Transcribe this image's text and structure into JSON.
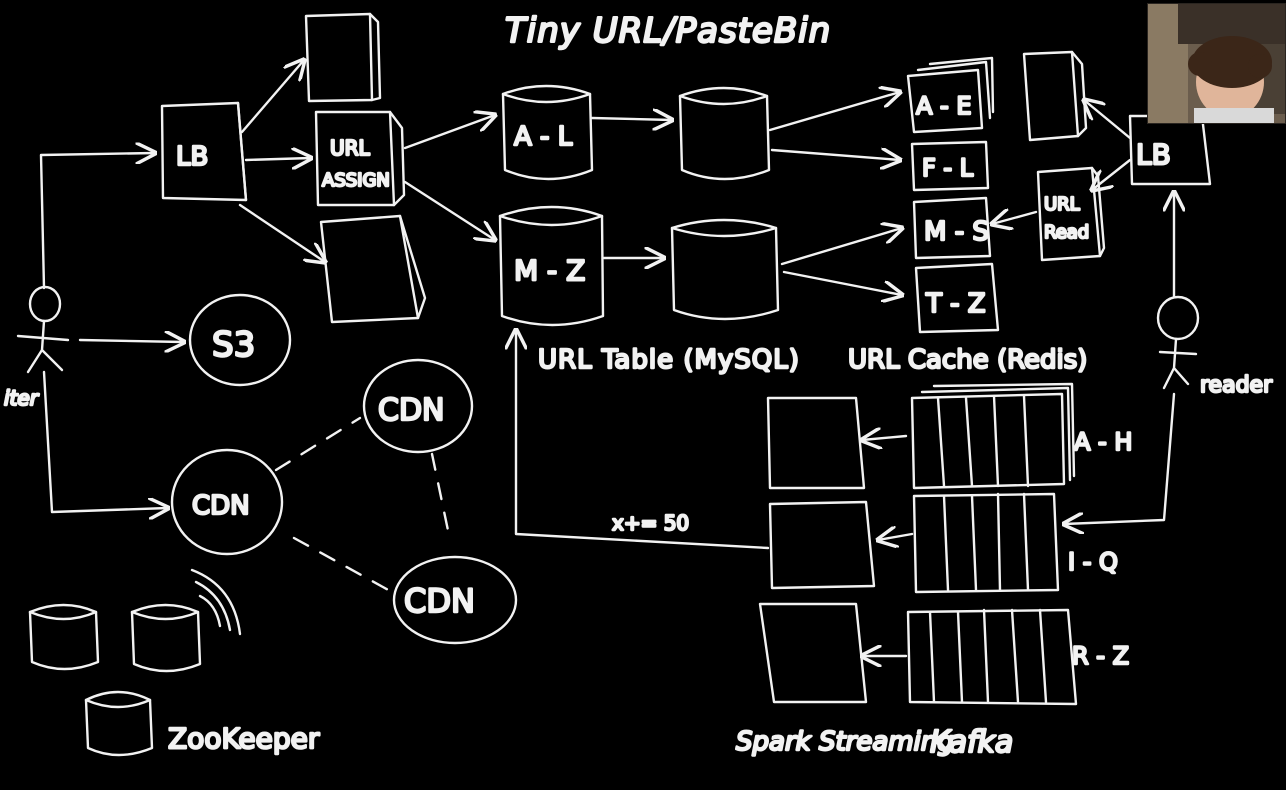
{
  "title": "Tiny URL/PasteBin",
  "actors": {
    "writer": "iter",
    "reader": "reader"
  },
  "write_path": {
    "load_balancer": "LB",
    "url_assign": [
      "URL",
      "ASSIGN"
    ],
    "blob_store": "S3"
  },
  "cdn": {
    "nodes": [
      "CDN",
      "CDN",
      "CDN"
    ]
  },
  "coordination": {
    "label": "ZooKeeper"
  },
  "url_table": {
    "partitions": [
      "A - L",
      "M - Z"
    ],
    "label": "URL Table (MySQL)"
  },
  "url_cache": {
    "partitions": [
      "A - E",
      "F - L",
      "M - S",
      "T - Z"
    ],
    "label": "URL Cache (Redis)"
  },
  "read_path": {
    "load_balancer": "LB",
    "url_read": [
      "URL",
      "Read"
    ]
  },
  "streaming": {
    "kafka_partitions": [
      "A - H",
      "I - Q",
      "R - Z"
    ],
    "spark_label": "Spark Streaming",
    "kafka_label": "Kafka",
    "count_annotation": "x+= 50"
  },
  "colors": {
    "background": "#000000",
    "ink": "#f2f2f2"
  }
}
